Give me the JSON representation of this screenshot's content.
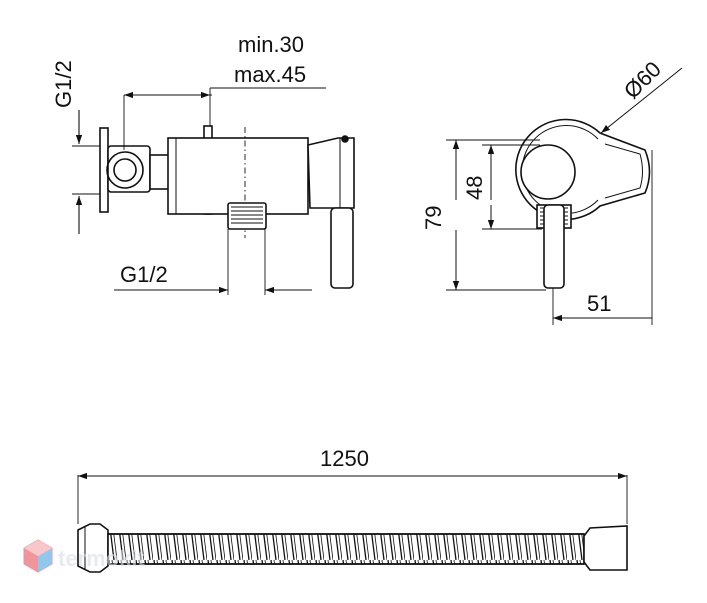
{
  "labels": {
    "thread_top": "G1/2",
    "min_depth": "min.30",
    "max_depth": "max.45",
    "thread_bottom": "G1/2",
    "diameter": "Ø60",
    "height_total": "79",
    "height_inner": "48",
    "width": "51",
    "hose_length": "1250"
  },
  "watermark": {
    "text": "termokit",
    "colors": {
      "red": "#e8505b",
      "blue": "#4aa3df",
      "grey": "#d8dde3"
    }
  },
  "colors": {
    "line": "#111111",
    "background": "#ffffff"
  }
}
